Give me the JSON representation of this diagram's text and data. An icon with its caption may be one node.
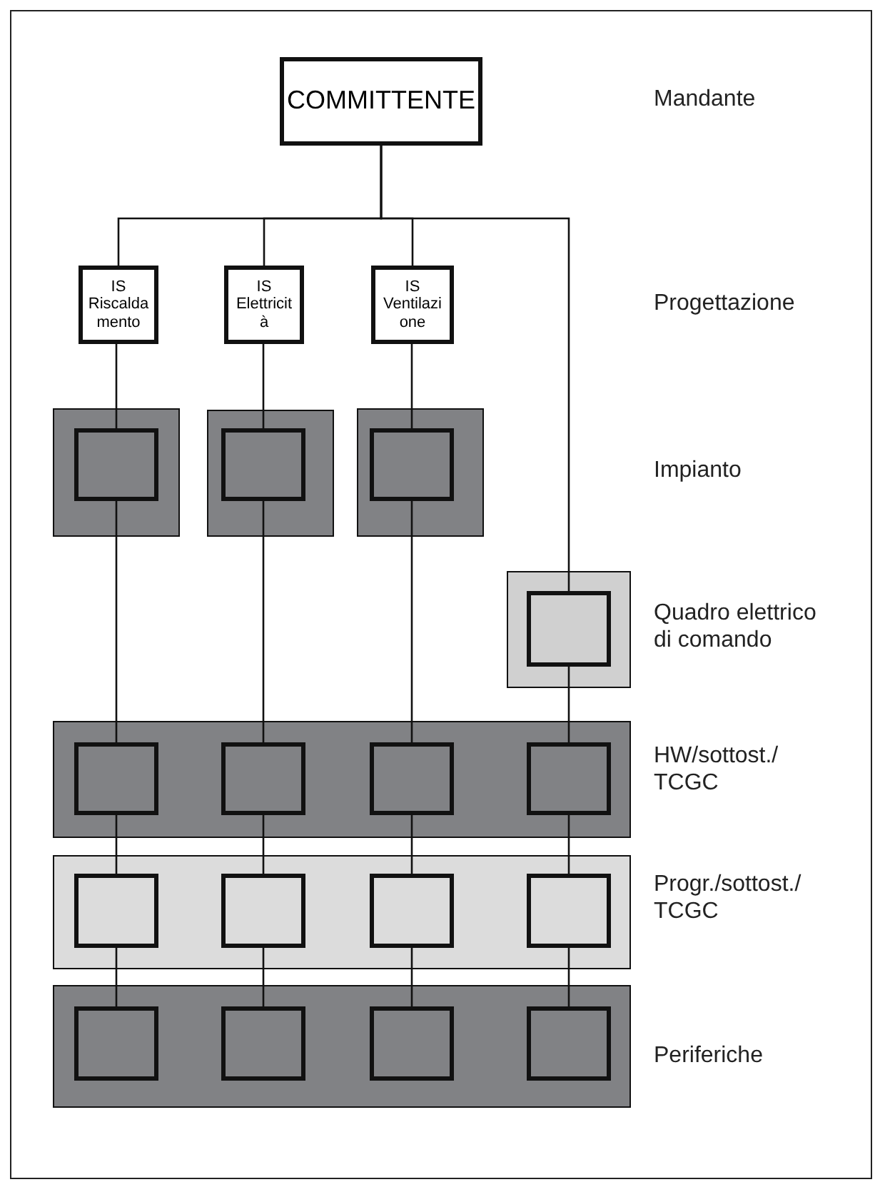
{
  "diagram": {
    "nodes": [
      {
        "text": [
          "COMMITTENTE"
        ]
      },
      {
        "text": [
          "IS Riscalda mento"
        ]
      },
      {
        "text": [
          "IS Elettricit à"
        ]
      },
      {
        "text": [
          "IS Ventilazi one"
        ]
      },
      {
        "text": [],
        "shape": "box"
      },
      {
        "text": [],
        "shape": "box",
        "in": 4
      },
      {
        "text": [],
        "shape": "box"
      },
      {
        "text": [],
        "shape": "box",
        "in": 6
      },
      {
        "text": [],
        "shape": "box"
      },
      {
        "text": [],
        "shape": "box",
        "in": 8
      },
      {
        "text": [],
        "shape": "box"
      },
      {
        "text": [],
        "shape": "box",
        "in": 10
      },
      {
        "text": [],
        "shape": "box"
      },
      {
        "text": [],
        "shape": "box",
        "in": 12
      },
      {
        "text": [],
        "shape": "box",
        "in": 12
      },
      {
        "text": [],
        "shape": "box",
        "in": 12
      },
      {
        "text": [],
        "shape": "box",
        "in": 12
      },
      {
        "text": [],
        "shape": "box"
      },
      {
        "text": [],
        "shape": "box",
        "in": 17
      },
      {
        "text": [],
        "shape": "box",
        "in": 17
      },
      {
        "text": [],
        "shape": "box",
        "in": 17
      },
      {
        "text": [],
        "shape": "box",
        "in": 17
      },
      {
        "text": [],
        "shape": "box"
      },
      {
        "text": [],
        "shape": "box",
        "in": 22
      },
      {
        "text": [],
        "shape": "box",
        "in": 22
      },
      {
        "text": [],
        "shape": "box",
        "in": 22
      },
      {
        "text": [],
        "shape": "box",
        "in": 22
      }
    ],
    "edges": [
      {
        "from": 0,
        "to": 1,
        "arrow": "none"
      },
      {
        "from": 0,
        "to": 2,
        "arrow": "none"
      },
      {
        "from": 0,
        "to": 3,
        "arrow": "none"
      },
      {
        "from": 0,
        "to": 11,
        "arrow": "none"
      },
      {
        "from": 1,
        "to": 5,
        "arrow": "none"
      },
      {
        "from": 2,
        "to": 7,
        "arrow": "none"
      },
      {
        "from": 3,
        "to": 9,
        "arrow": "none"
      },
      {
        "from": 5,
        "to": 13,
        "arrow": "none"
      },
      {
        "from": 7,
        "to": 14,
        "arrow": "none"
      },
      {
        "from": 9,
        "to": 15,
        "arrow": "none"
      },
      {
        "from": 11,
        "to": 16,
        "arrow": "none"
      },
      {
        "from": 13,
        "to": 18,
        "arrow": "none"
      },
      {
        "from": 14,
        "to": 19,
        "arrow": "none"
      },
      {
        "from": 15,
        "to": 20,
        "arrow": "none"
      },
      {
        "from": 16,
        "to": 21,
        "arrow": "none"
      },
      {
        "from": 18,
        "to": 23,
        "arrow": "none"
      },
      {
        "from": 19,
        "to": 24,
        "arrow": "none"
      },
      {
        "from": 20,
        "to": 25,
        "arrow": "none"
      },
      {
        "from": 21,
        "to": 26,
        "arrow": "none"
      }
    ],
    "labels": [
      "Mandante",
      "Progettazione",
      "Impianto",
      "Quadro elettrico di comando",
      "HW/sottost./ TCGC",
      "Progr./sottost./ TCGC",
      "Periferiche"
    ]
  }
}
